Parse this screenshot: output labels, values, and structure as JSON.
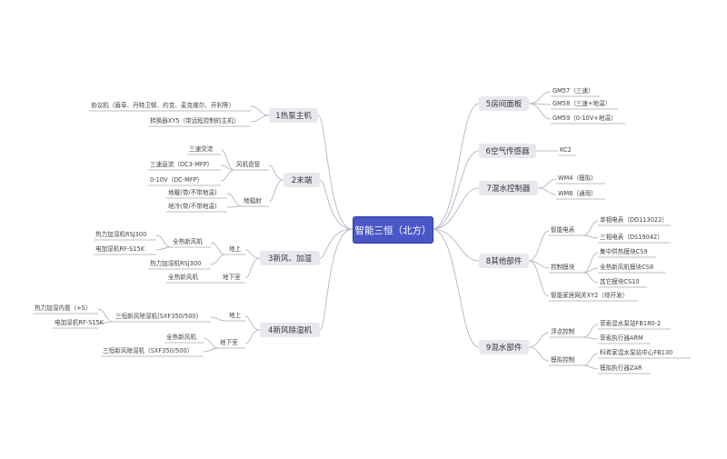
{
  "root": "智能三恒（北方）",
  "colors": {
    "root_bg": "#4a57c7",
    "branch_bg": "#e8e9ee",
    "line": "#b8bcc8"
  },
  "left": {
    "b1": {
      "label": "1热泵主机",
      "items": [
        "协议机（盾草、丹特卫顿、约克、麦克维尔、开利等）",
        "转换器XY5（带远程控制的主机）"
      ]
    },
    "b2": {
      "label": "2末端",
      "fan": {
        "label": "风机盘管",
        "items": [
          "三速交流",
          "三速直流（DC3-MFP）",
          "0-10V（DC-MFP）"
        ]
      },
      "floor": {
        "label": "地辐射",
        "items": [
          "地暖(带/不带地温)",
          "地冷(带/不带地温)"
        ]
      }
    },
    "b3": {
      "label": "3新风、加湿",
      "above": {
        "label": "地上",
        "fresh": "全热新风机",
        "fresh_items": [
          "热力加湿机RSJ300",
          "电加湿机RF-S15K"
        ],
        "humid": "热力加湿机RSJ300"
      },
      "base": {
        "label": "地下室",
        "fresh": "全热新风机"
      }
    },
    "b4": {
      "label": "4新风除湿机",
      "above": {
        "label": "地上",
        "dehum": "三恒新风除湿机(SXF350/500)",
        "items": [
          "热力加湿内置（+S）",
          "电加湿机RF-S15K"
        ]
      },
      "base": {
        "label": "地下室",
        "items": [
          "全热新风机",
          "三恒新风除湿机（SXF350/500）"
        ]
      }
    }
  },
  "right": {
    "b5": {
      "label": "5房间面板",
      "items": [
        "GM57（三速）",
        "GM58（三速+地温）",
        "GM59（0-10V+地温）"
      ]
    },
    "b6": {
      "label": "6空气传感器",
      "items": [
        "KC2"
      ]
    },
    "b7": {
      "label": "7混水控制器",
      "items": [
        "WM4（模拟）",
        "WM6（通用）"
      ]
    },
    "b8": {
      "label": "8其他部件",
      "meter": {
        "label": "智能电表",
        "items": [
          "单相电表（DD113022）",
          "三相电表（DS19042）"
        ]
      },
      "ctrl": {
        "label": "控制模块",
        "items": [
          "集中供热模块CS9",
          "全热新风机模块CS8",
          "其它模块CS10"
        ]
      },
      "gateway": "智能家居网关XY2（待开发）"
    },
    "b9": {
      "label": "9混水部件",
      "float": {
        "label": "浮点控制",
        "items": [
          "菲索混水泵站FB180-2",
          "菲索执行器ARM"
        ]
      },
      "analog": {
        "label": "模拟控制",
        "items": [
          "科希家混水泵站中心FB130",
          "模拟执行器ZAR"
        ]
      }
    }
  }
}
